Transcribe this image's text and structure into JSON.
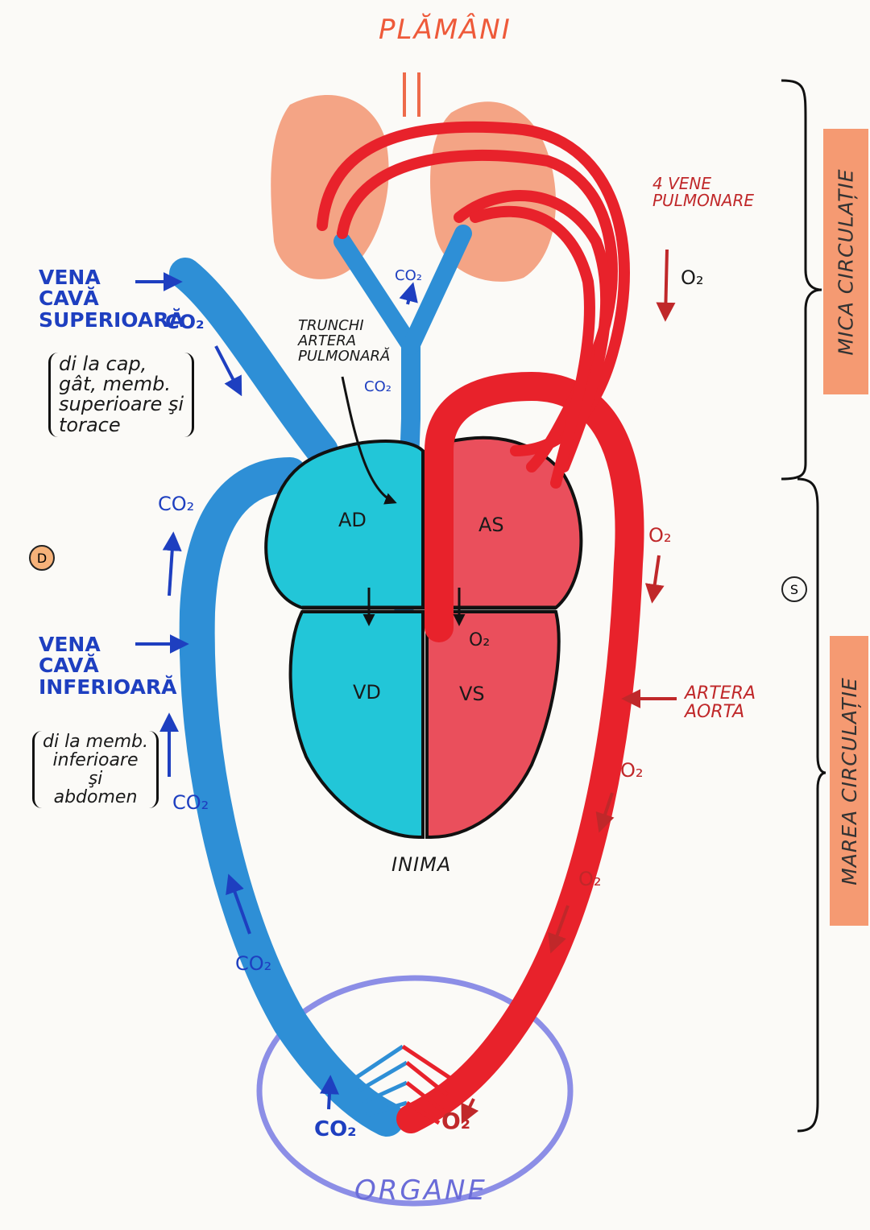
{
  "title": "PLĂMÂNI",
  "bottom_label": "ORGANE",
  "heart_label": "INIMA",
  "chambers": {
    "ad": "AD",
    "as": "AS",
    "vd": "VD",
    "vs": "VS"
  },
  "vena_cava_superioara": {
    "name": "VENA\nCAVĂ\nSUPERIOARĂ",
    "note": "di la cap,\ngât, memb.\nsuperioare şi\ntorace"
  },
  "vena_cava_inferioara": {
    "name": "VENA\nCAVĂ\nINFERIOARĂ",
    "note": "di la memb.\ninferioare\nşi\nabdomen"
  },
  "trunchi": "TRUNCHI\nARTERA\nPULMONARĂ",
  "vene_pulmonare": "4 VENE\nPULMONARE",
  "artera_aorta": "ARTERA\nAORTA",
  "gas": {
    "co2": "CO₂",
    "o2": "O₂"
  },
  "circuits": {
    "mica": "MICA CIRCULAȚIE",
    "marea": "MAREA CIRCULAȚIE",
    "mark_d": "D",
    "mark_s": "S"
  },
  "colors": {
    "venous": "#2e8fd6",
    "arterial": "#e8222b",
    "right_heart": "#22c6d8",
    "left_heart": "#ea4f5c",
    "lungs": "#f39a78",
    "organs": "#8c8ee6",
    "tab": "#f59a72"
  }
}
